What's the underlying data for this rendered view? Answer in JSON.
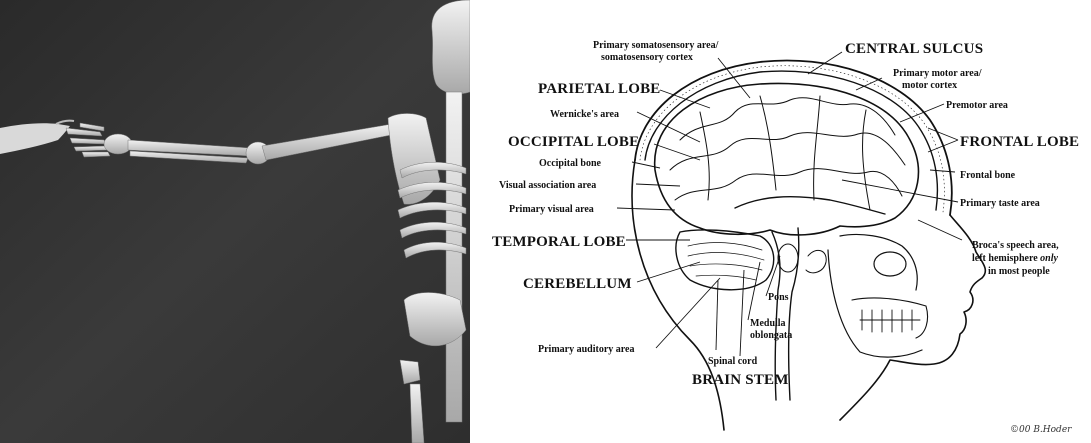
{
  "photo": {
    "description_icon": "skeleton-reaching-hand-photo"
  },
  "diagram": {
    "labels": {
      "primary_somatosensory_1": "Primary somatosensory area/",
      "primary_somatosensory_2": "somatosensory cortex",
      "central_sulcus": "CENTRAL SULCUS",
      "primary_motor_1": "Primary motor area/",
      "primary_motor_2": "motor cortex",
      "parietal_lobe": "PARIETAL LOBE",
      "premotor_area": "Premotor area",
      "wernickes_area": "Wernicke's area",
      "frontal_lobe": "FRONTAL LOBE",
      "occipital_lobe": "OCCIPITAL LOBE",
      "occipital_bone": "Occipital bone",
      "frontal_bone": "Frontal bone",
      "visual_association": "Visual association area",
      "primary_taste": "Primary taste area",
      "primary_visual": "Primary visual area",
      "temporal_lobe": "TEMPORAL LOBE",
      "brocas_1": "Broca's speech area,",
      "brocas_2a": "left hemisphere ",
      "brocas_2b": "only",
      "brocas_3": "in most people",
      "cerebellum": "CEREBELLUM",
      "pons": "Pons",
      "medulla_1": "Medulla",
      "medulla_2": "oblongata",
      "primary_auditory": "Primary auditory area",
      "spinal_cord": "Spinal cord",
      "brain_stem": "BRAIN STEM",
      "signature": "©00 B.Hoder"
    }
  }
}
